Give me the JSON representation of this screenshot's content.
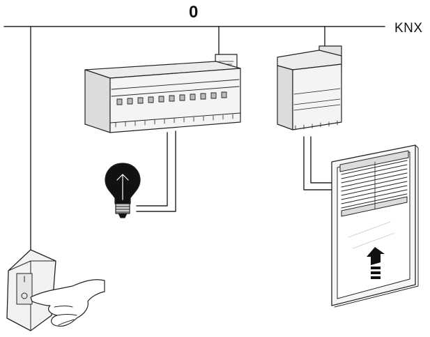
{
  "bus": {
    "line_label": "0",
    "name": "KNX"
  },
  "colors": {
    "line": "#222222",
    "device_fill": "#f4f4f4",
    "device_shade": "#dcdcdc",
    "device_edge": "#333333"
  },
  "icons": [
    "switch-actuator",
    "blind-actuator",
    "light-bulb-icon",
    "wall-switch-icon",
    "hand-icon",
    "window-blind-icon",
    "up-arrow-icon"
  ]
}
